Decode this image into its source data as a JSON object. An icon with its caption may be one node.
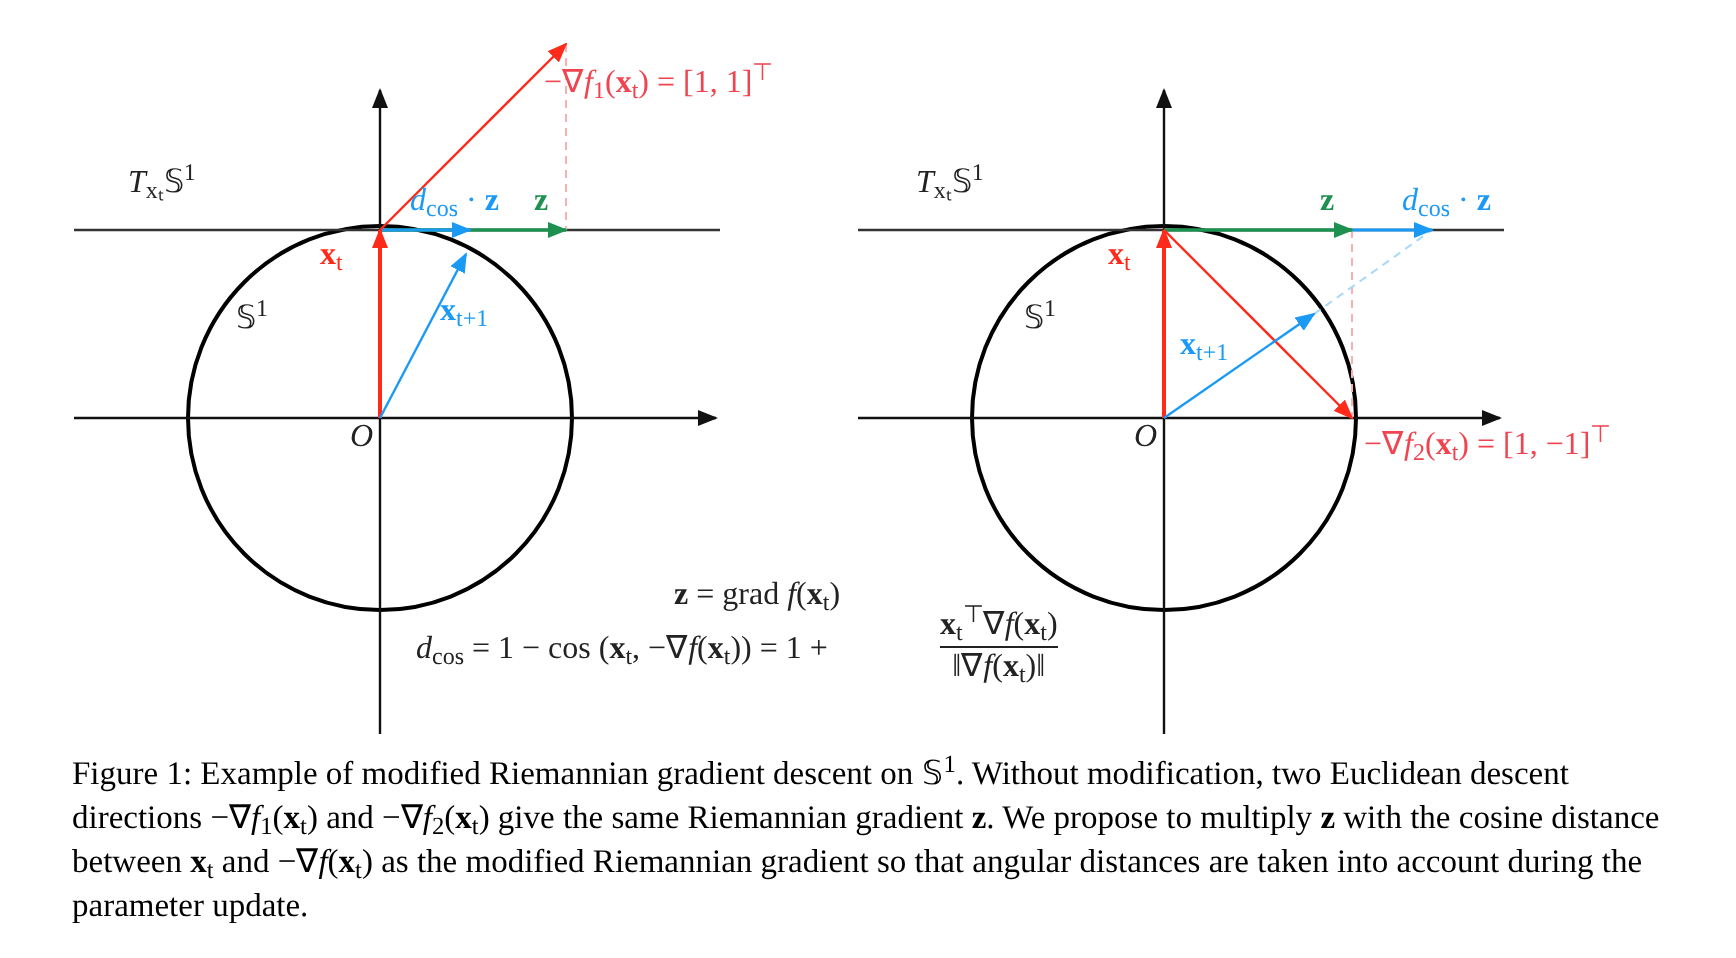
{
  "diagram": {
    "caption": "Figure 1: Example of modified Riemannian gradient descent on 𝕊$^{1}$. Without modification, two Euclidean descent directions −∇*f*$_{1}$(**x**$_{t}$) and −∇*f*$_{2}$(**x**$_{t}$) give the same Riemannian gradient **z**. We propose to multiply **z** with the cosine distance between **x**$_{t}$ and −∇*f*(**x**$_{t}$) as the modified Riemannian gradient so that angular distances are taken into account during the parameter update.",
    "labels": [
      "−∇*f*$_{1}$(**x**$_{t}$) = [1, 1]$^{⊤}$",
      "*T*$_{xₜ}$𝕊$^{1}$",
      "*d*$_{cos}$ · **z**",
      "**z**",
      "**x**$_{t}$",
      "𝕊$^{1}$",
      "**x**$_{t+1}$",
      "*O*",
      "*T*$_{xₜ}$𝕊$^{1}$",
      "**z**",
      "*d*$_{cos}$ · **z**",
      "**x**$_{t}$",
      "𝕊$^{1}$",
      "**x**$_{t+1}$",
      "*O*",
      "−∇*f*$_{2}$(**x**$_{t}$) = [1, −1]$^{⊤}$",
      "**z** = grad *f*(**x**$_{t}$)",
      "*d*$_{cos}$ = 1 − cos (**x**$_{t}$, −∇*f*(**x**$_{t}$)) = 1 +",
      "**x**$_{t}$$^{⊤}$∇*f*(**x**$_{t}$)",
      "‖∇*f*(**x**$_{t}$)‖"
    ]
  }
}
